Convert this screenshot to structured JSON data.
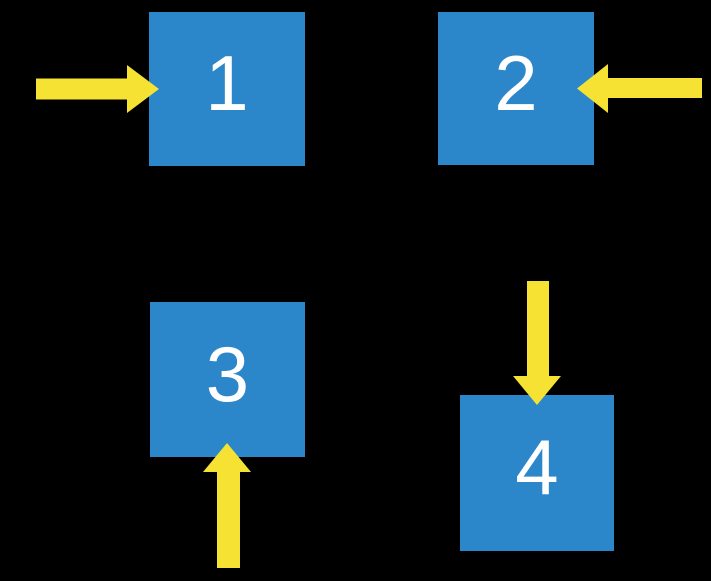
{
  "diagram": {
    "background": "#000000",
    "square_fill": "#2B87C9",
    "arrow_fill": "#F5E233",
    "label_color": "#FFFFFF",
    "squares": [
      {
        "label": "1",
        "arrow_icon": "right-arrow-icon",
        "arrow_points_from": "left"
      },
      {
        "label": "2",
        "arrow_icon": "left-arrow-icon",
        "arrow_points_from": "right"
      },
      {
        "label": "3",
        "arrow_icon": "up-arrow-icon",
        "arrow_points_from": "below"
      },
      {
        "label": "4",
        "arrow_icon": "down-arrow-icon",
        "arrow_points_from": "above"
      }
    ]
  }
}
